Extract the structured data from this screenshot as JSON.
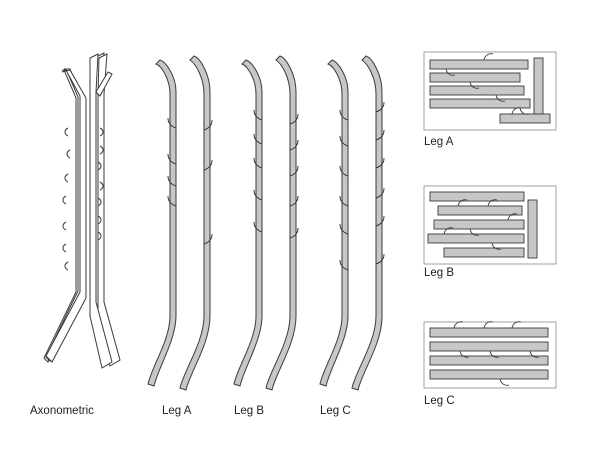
{
  "labels": {
    "axonometric": "Axonometric",
    "leg_a": "Leg A",
    "leg_b": "Leg B",
    "leg_c": "Leg C",
    "sheet_a": "Leg A",
    "sheet_b": "Leg B",
    "sheet_c": "Leg C"
  },
  "colors": {
    "part_fill": "#c7c7c7",
    "outline": "#3a3a3a",
    "sheet_border": "#8a8a8a",
    "background": "#ffffff"
  }
}
